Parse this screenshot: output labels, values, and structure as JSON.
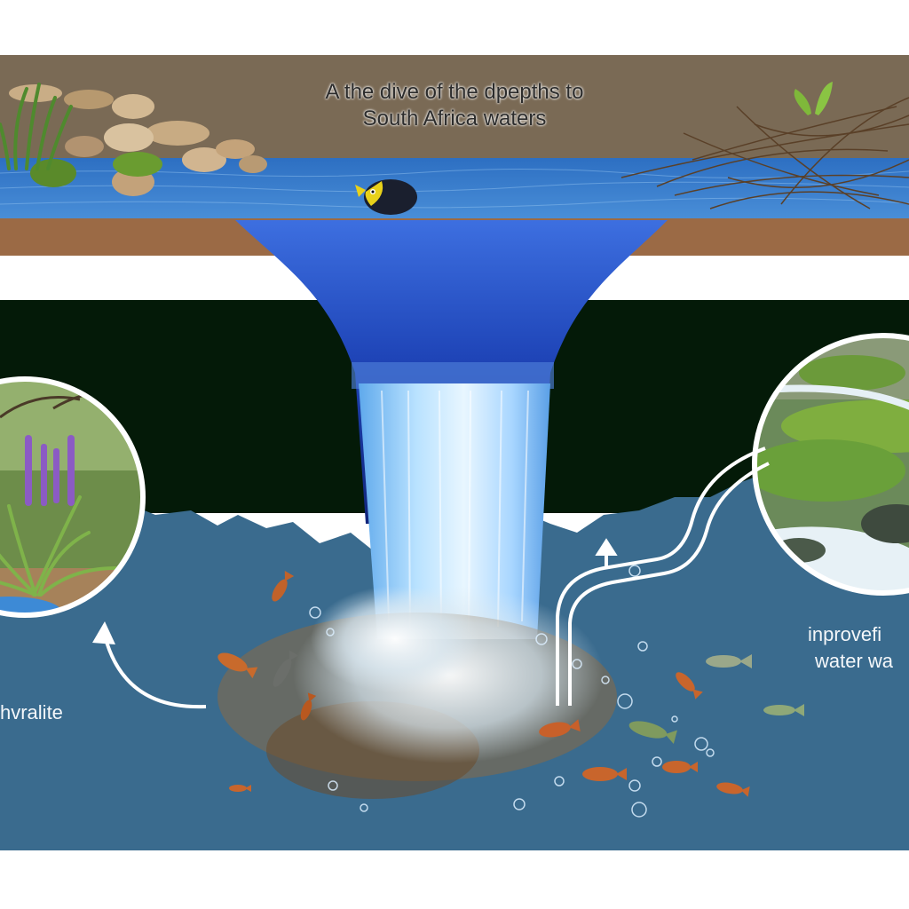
{
  "title": {
    "line1": "A the dive of the dpepths to",
    "line2": "South Africa waters"
  },
  "captions": {
    "left": "hvralite",
    "right_line1": "inprovefi",
    "right_line2": "water wa"
  },
  "colors": {
    "sky_band": "#7a6a55",
    "soil": "#9b6a45",
    "surface_water": "#2f78c8",
    "abyss": "#041a08",
    "deep_water": "#3a6b8e",
    "funnel_blue": "#1f45b8",
    "waterfall": "#9fd4ff"
  },
  "icons": {
    "top_fish": "yellow-black-fish-icon",
    "left_arrow": "curved-arrow-icon",
    "right_arrow": "pipe-arrow-icon"
  }
}
